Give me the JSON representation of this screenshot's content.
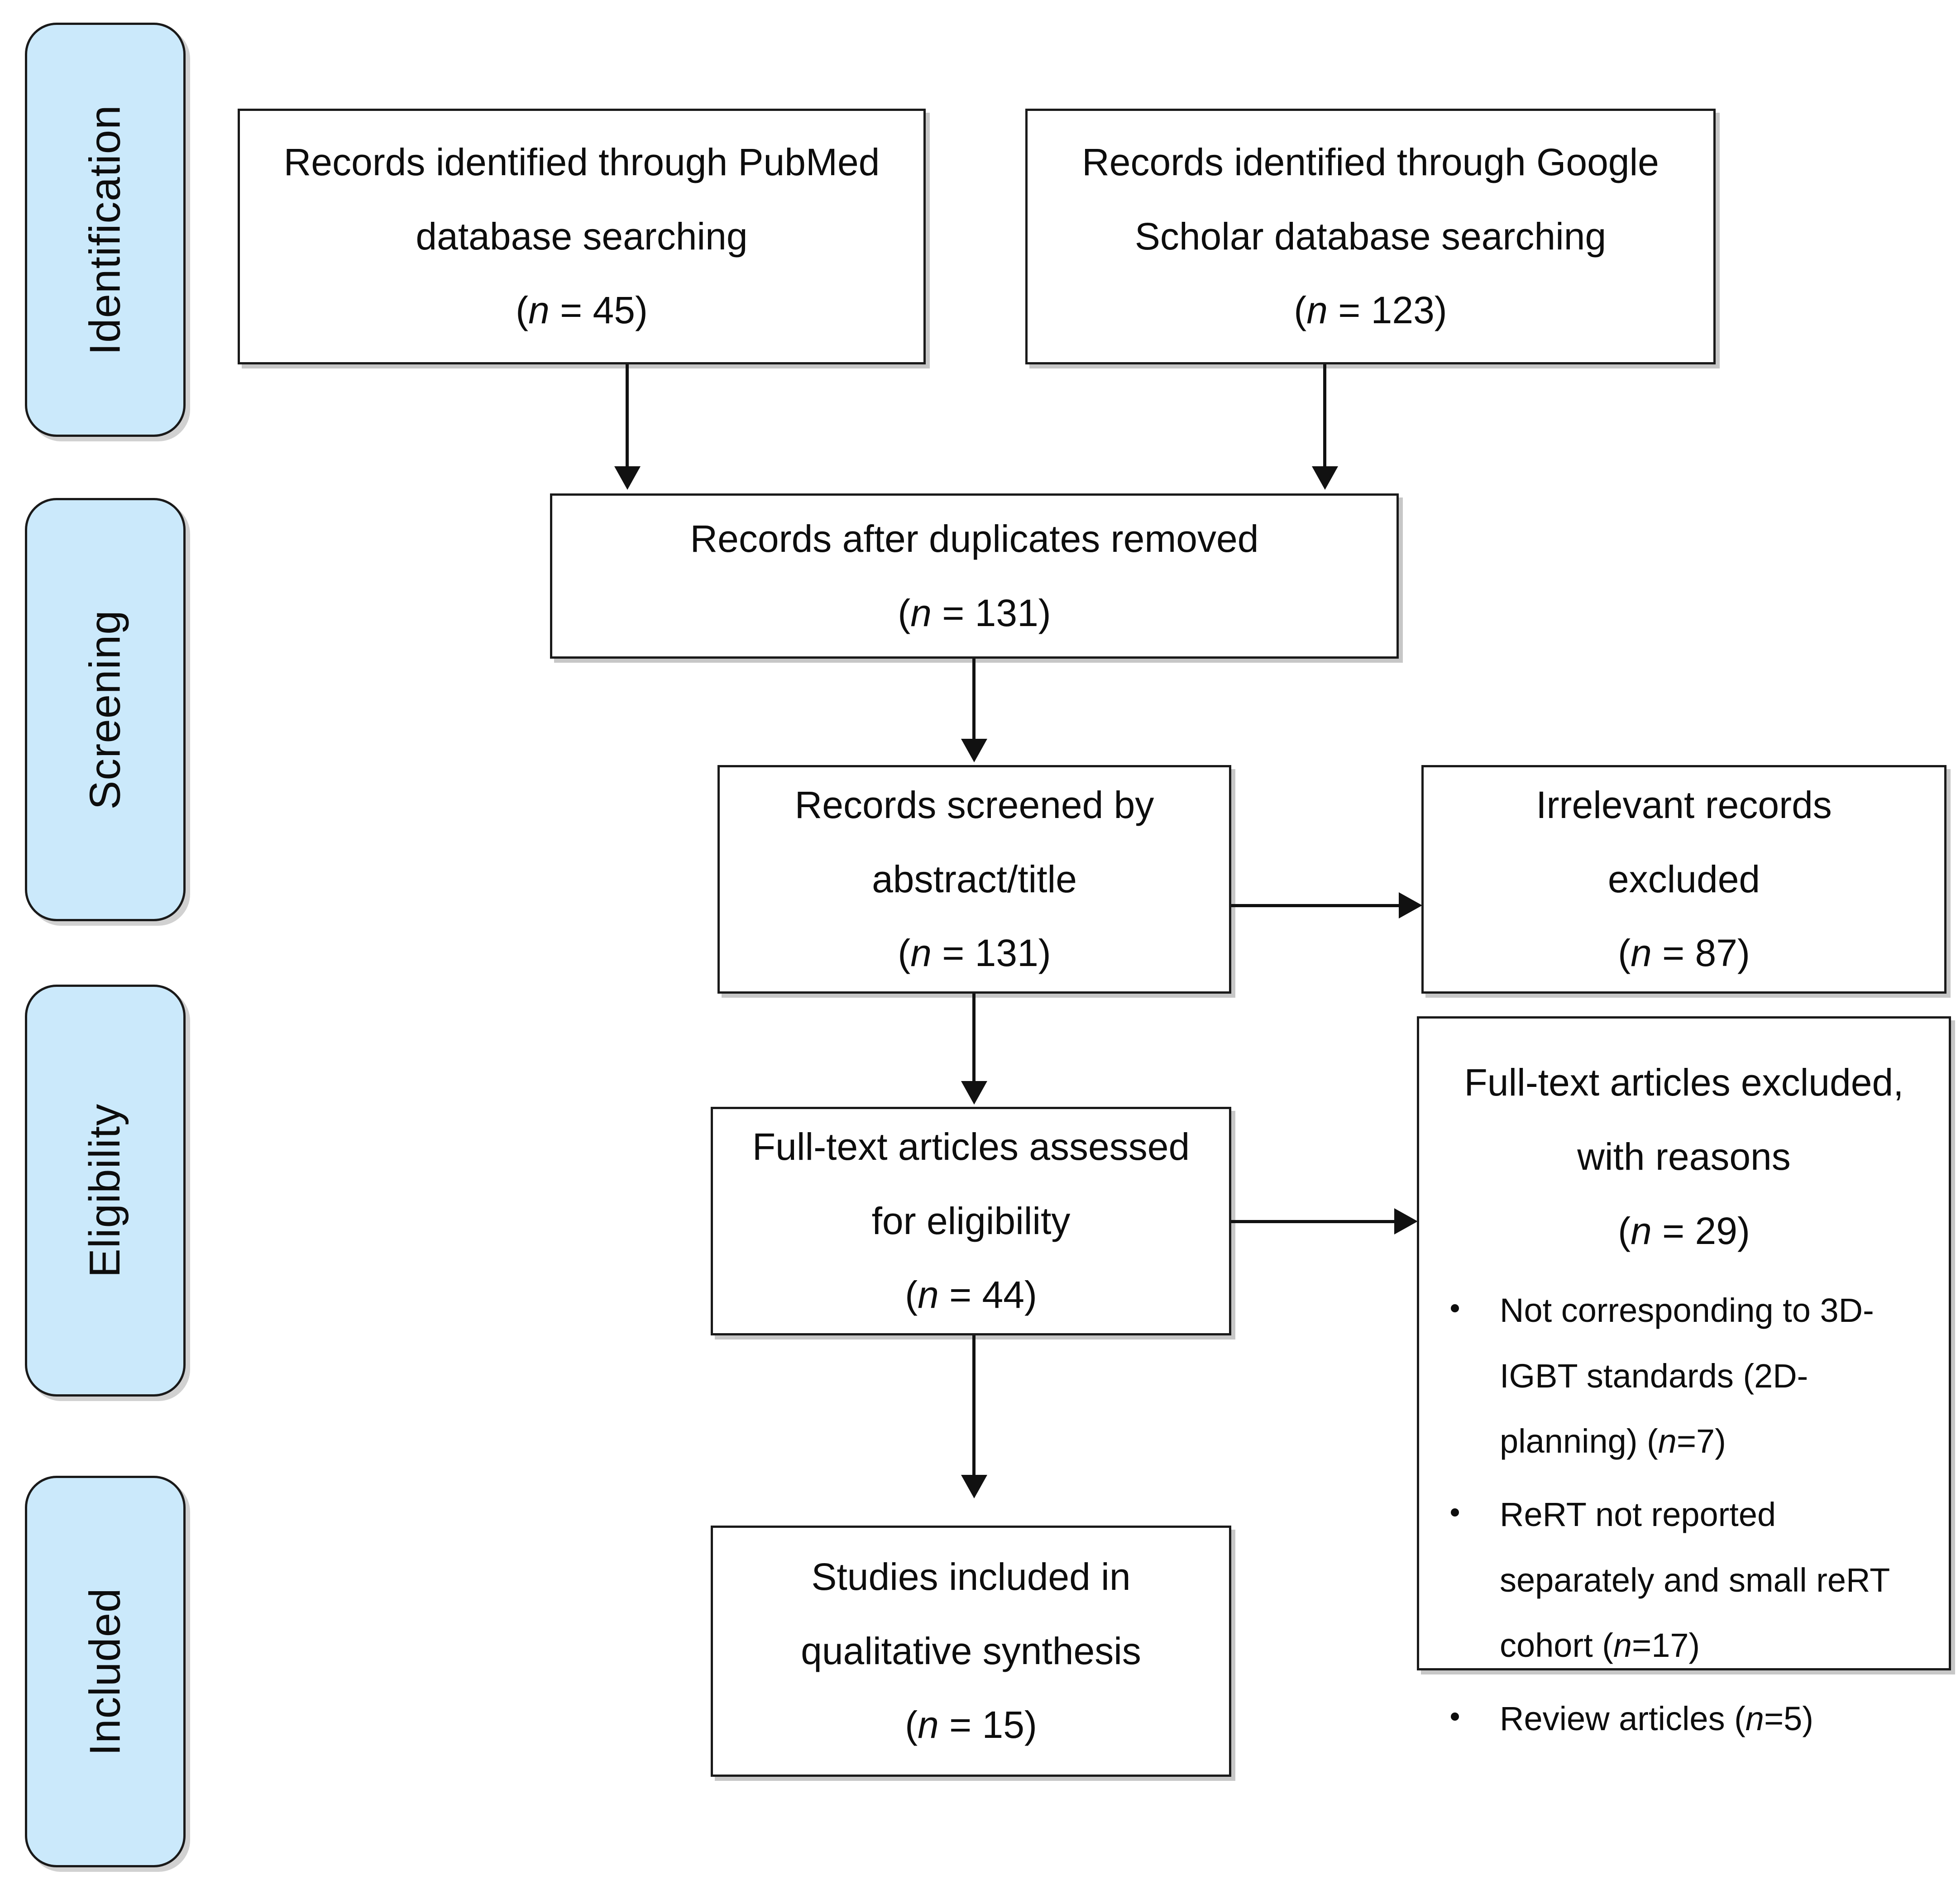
{
  "diagram": {
    "type": "prisma-flow-diagram",
    "accent_color": "#cbe9fb",
    "line_color": "#111111",
    "box_border_color": "#1a1a1a",
    "stages": [
      {
        "label": "Identification"
      },
      {
        "label": "Screening"
      },
      {
        "label": "Eligibility"
      },
      {
        "label": "Included"
      }
    ],
    "boxes": {
      "pubmed": {
        "line1": "Records identified through PubMed",
        "line2": "database searching",
        "count_prefix": "(",
        "count_italic": "n",
        "count_suffix": " = 45)"
      },
      "google_scholar": {
        "line1": "Records identified through Google",
        "line2": "Scholar database searching",
        "count_prefix": "(",
        "count_italic": "n",
        "count_suffix": " = 123)"
      },
      "duplicates_removed": {
        "line1": "Records after duplicates removed",
        "count_prefix": "(",
        "count_italic": "n",
        "count_suffix": " = 131)"
      },
      "screened": {
        "line1": "Records screened by",
        "line2": "abstract/title",
        "count_prefix": "(",
        "count_italic": "n",
        "count_suffix": " = 131)"
      },
      "irrelevant_excluded": {
        "line1": "Irrelevant records",
        "line2": "excluded",
        "count_prefix": "(",
        "count_italic": "n",
        "count_suffix": " = 87)"
      },
      "fulltext_assessed": {
        "line1": "Full-text articles assessed",
        "line2": "for eligibility",
        "count_prefix": "(",
        "count_italic": "n",
        "count_suffix": " = 44)"
      },
      "fulltext_excluded": {
        "line1": "Full-text articles excluded,",
        "line2": "with reasons",
        "count_prefix": "(",
        "count_italic": "n",
        "count_suffix": " = 29)",
        "reasons": [
          {
            "text_before": "Not corresponding to 3D-IGBT standards (2D-planning) (",
            "italic": "n",
            "text_after": "=7)"
          },
          {
            "text_before": "ReRT not reported separately and small reRT cohort (",
            "italic": "n",
            "text_after": "=17)"
          },
          {
            "text_before": "Review articles (",
            "italic": "n",
            "text_after": "=5)"
          }
        ]
      },
      "included_studies": {
        "line1": "Studies included in",
        "line2": "qualitative synthesis",
        "count_prefix": "(",
        "count_italic": "n",
        "count_suffix": " = 15)"
      }
    }
  }
}
